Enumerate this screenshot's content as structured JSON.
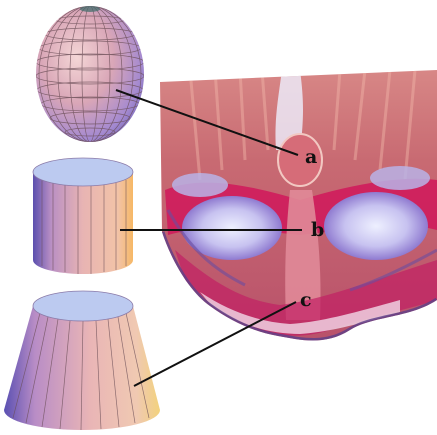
{
  "labels": {
    "a": "a",
    "b": "b",
    "c": "c"
  },
  "colors": {
    "leader_line": "#111111",
    "label_text": "#111111",
    "shape_cap": "#b9c8ee",
    "shape_face": "#e7b6b9",
    "shape_edge": "#6b4e57",
    "tissue_base": "#c85a6a",
    "tissue_magenta": "#d0185a",
    "tissue_lavender": "#b9b3e6",
    "tissue_rim": "#5b3f8a"
  },
  "icons": {
    "ellipsoid": "ellipsoid-model-icon",
    "cylinder": "cylinder-model-icon",
    "frustum": "truncated-cone-model-icon",
    "micrograph": "tissue-micrograph-image"
  }
}
